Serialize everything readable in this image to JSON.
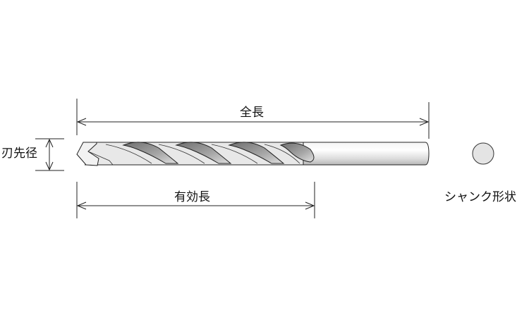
{
  "labels": {
    "overall_length": "全長",
    "effective_length": "有効長",
    "tip_diameter": "刃先径",
    "shank_shape": "シャンク形状"
  },
  "colors": {
    "line": "#222222",
    "flute_dark": "#8a8a8a",
    "body_light": "#e6e6e6"
  }
}
